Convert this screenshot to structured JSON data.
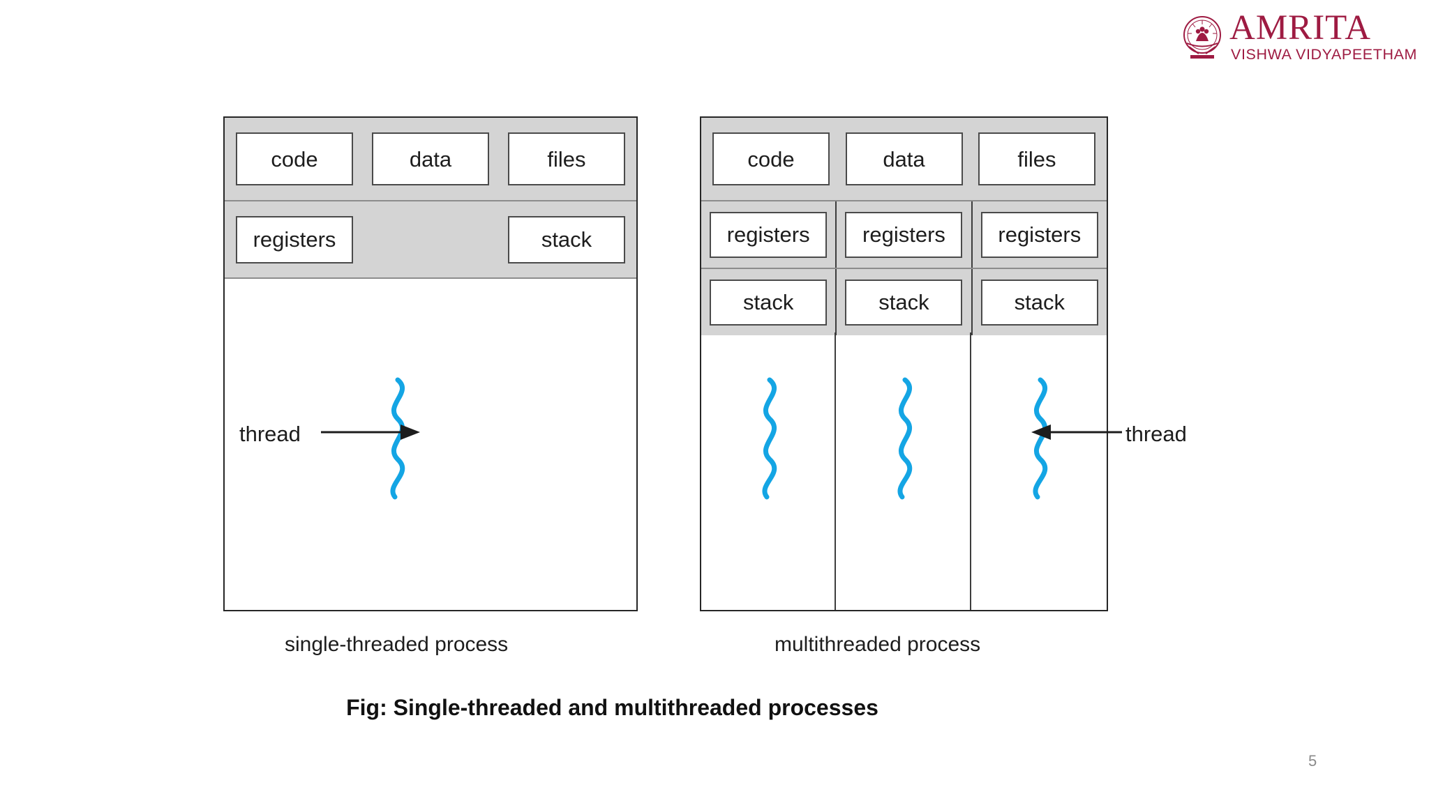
{
  "logo": {
    "emblem_icon": "amrita-emblem-icon",
    "main_text": "AMRITA",
    "sub_text": "VISHWA VIDYAPEETHAM",
    "color": "#9e1b42"
  },
  "colors": {
    "thread_blue": "#14A5E4",
    "band_gray": "#d4d4d4",
    "cell_border": "#4a4a4a",
    "frame_border": "#262626",
    "page_number_gray": "#8a8a8a"
  },
  "diagrams": {
    "single": {
      "caption": "single-threaded process",
      "shared_row": [
        "code",
        "data",
        "files"
      ],
      "thread_row": [
        "registers",
        "stack"
      ],
      "thread_label": "thread",
      "thread_count": 1,
      "arrow_direction": "right"
    },
    "multi": {
      "caption": "multithreaded process",
      "shared_row": [
        "code",
        "data",
        "files"
      ],
      "registers_row": [
        "registers",
        "registers",
        "registers"
      ],
      "stack_row": [
        "stack",
        "stack",
        "stack"
      ],
      "thread_label": "thread",
      "thread_count": 3,
      "arrow_direction": "left"
    }
  },
  "figure_caption": "Fig: Single-threaded and multithreaded processes",
  "page_number": "5"
}
